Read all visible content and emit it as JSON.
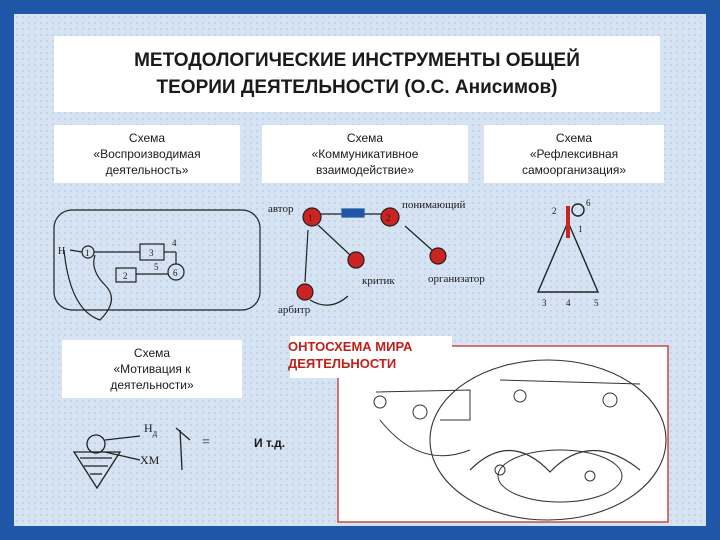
{
  "title": {
    "line1": "МЕТОДОЛОГИЧЕСКИЕ ИНСТРУМЕНТЫ ОБЩЕЙ",
    "line2": "ТЕОРИИ ДЕЯТЕЛЬНОСТИ (О.С. Анисимов)"
  },
  "schemes": {
    "reproducible": [
      "Схема",
      "«Воспроизводимая",
      "деятельность»"
    ],
    "communicative": [
      "Схема",
      "«Коммуникативное",
      "взаимодействие»"
    ],
    "reflexive": [
      "Схема",
      "«Рефлексивная",
      "самоорганизация»"
    ],
    "motivation": [
      "Схема",
      "«Мотивация к",
      "деятельности»"
    ]
  },
  "ontoscheme": [
    "ОНТОСХЕМА МИРА",
    "ДЕЯТЕЛЬНОСТИ"
  ],
  "etc": "И т.д.",
  "diagram_labels": {
    "author": "автор",
    "understanding": "понимающий",
    "critic": "критик",
    "organizer": "организатор",
    "arbiter": "арбитр",
    "n1": "1",
    "n2": "2",
    "repro_h": "Н",
    "repro_1": "1",
    "repro_2": "2",
    "repro_3": "3",
    "repro_4": "4",
    "repro_5": "5",
    "repro_6": "6",
    "refl_1": "1",
    "refl_2": "2",
    "refl_3": "3",
    "refl_4": "4",
    "refl_5": "5",
    "refl_6": "6",
    "motiv_h": "Н",
    "motiv_h_sub": "д",
    "motiv_xm": "ХМ",
    "motiv_eq": "="
  },
  "colors": {
    "accent_red": "#c0201a",
    "frame_blue": "#1f56a8",
    "node_red": "#cc2222"
  }
}
